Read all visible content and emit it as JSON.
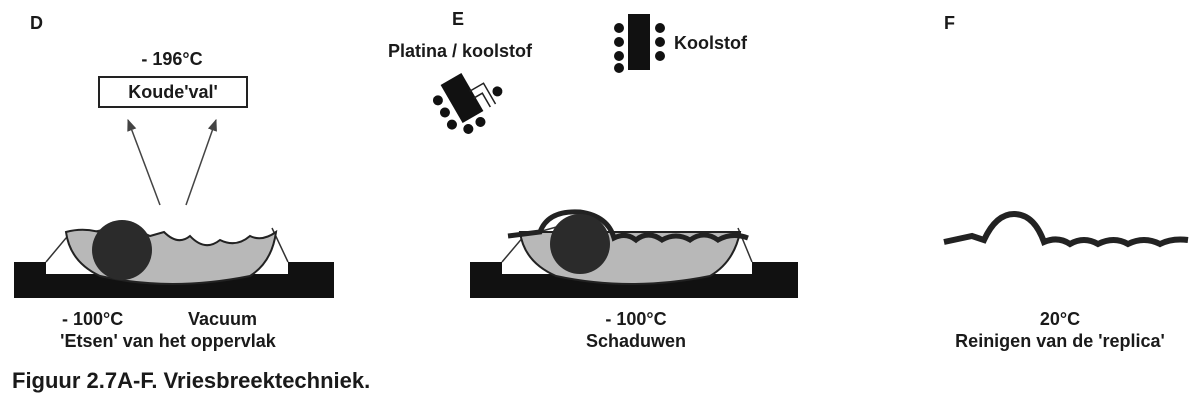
{
  "panels": {
    "d": {
      "letter": "D",
      "temp_top": "- 196°C",
      "cold_trap": "Koude'val'",
      "temp_bottom": "- 100°C",
      "vacuum": "Vacuum",
      "step": "'Etsen' van het oppervlak"
    },
    "e": {
      "letter": "E",
      "source_pt": "Platina / koolstof",
      "source_c": "Koolstof",
      "temp_bottom": "- 100°C",
      "step": "Schaduwen"
    },
    "f": {
      "letter": "F",
      "temp_bottom": "20°C",
      "step": "Reinigen van de 'replica'"
    }
  },
  "caption": "Figuur 2.7A-F. Vriesbreektechniek.",
  "colors": {
    "ink": "#1a1a1a",
    "sample": "#b8b8b8",
    "sphere": "#2b2b2b"
  }
}
